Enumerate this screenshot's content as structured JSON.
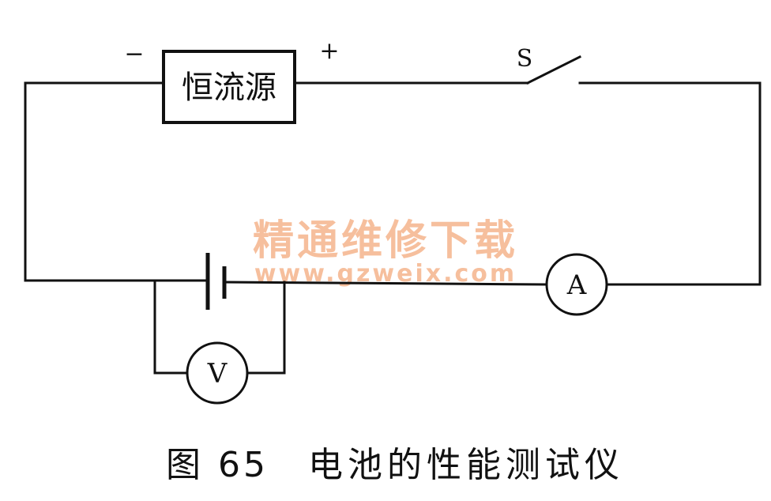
{
  "source": {
    "label": "恒流源",
    "neg": "−",
    "pos": "+"
  },
  "switch": {
    "label": "S"
  },
  "ammeter": {
    "label": "A"
  },
  "voltmeter": {
    "label": "V"
  },
  "watermark": {
    "line1": "精通维修下载",
    "line2": "www.gzweix.com"
  },
  "caption": {
    "number": "图 65",
    "title": "电池的性能测试仪"
  }
}
